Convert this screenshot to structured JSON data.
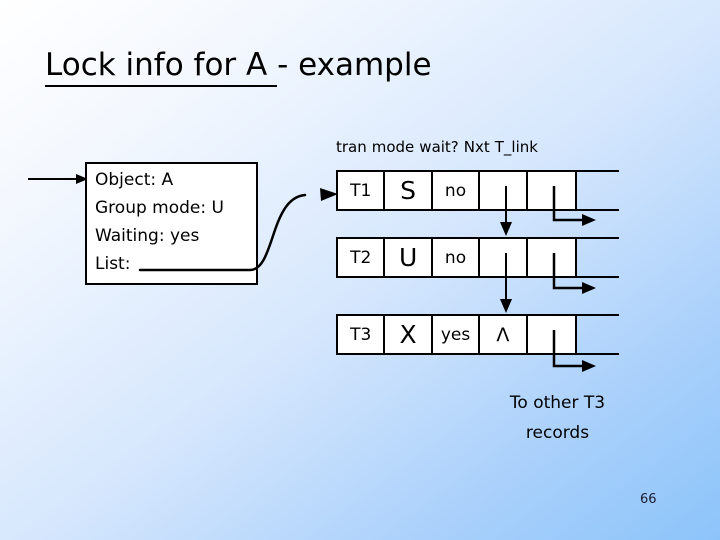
{
  "slide": {
    "title_underlined": "Lock info for A ",
    "title_rest": "- example",
    "page_number": "66"
  },
  "info_box": {
    "lines": [
      "Object: A",
      "Group mode: U",
      "Waiting: yes",
      "List:"
    ]
  },
  "table": {
    "header": [
      "tran",
      "mode",
      "wait?",
      "Nxt",
      "T_link"
    ],
    "rows": [
      {
        "tran": "T1",
        "mode": "S",
        "wait": "no",
        "nxt": "",
        "tlink": ""
      },
      {
        "tran": "T2",
        "mode": "U",
        "wait": "no",
        "nxt": "",
        "tlink": ""
      },
      {
        "tran": "T3",
        "mode": "X",
        "wait": "yes",
        "nxt": "Λ",
        "tlink": ""
      }
    ]
  },
  "footer": {
    "note_line1": "To other T3",
    "note_line2": "records"
  },
  "colors": {
    "background_light": "#ffffff",
    "background_blue": "#8cc4fa",
    "stroke": "#000000",
    "cell_fill": "#ffffff"
  },
  "icons": {
    "incoming_arrow": "arrow-right-icon",
    "list_connector": "curved-pointer-icon",
    "next_pointer": "arrow-down-icon",
    "tlink_pointer": "arrow-elbow-right-icon"
  }
}
